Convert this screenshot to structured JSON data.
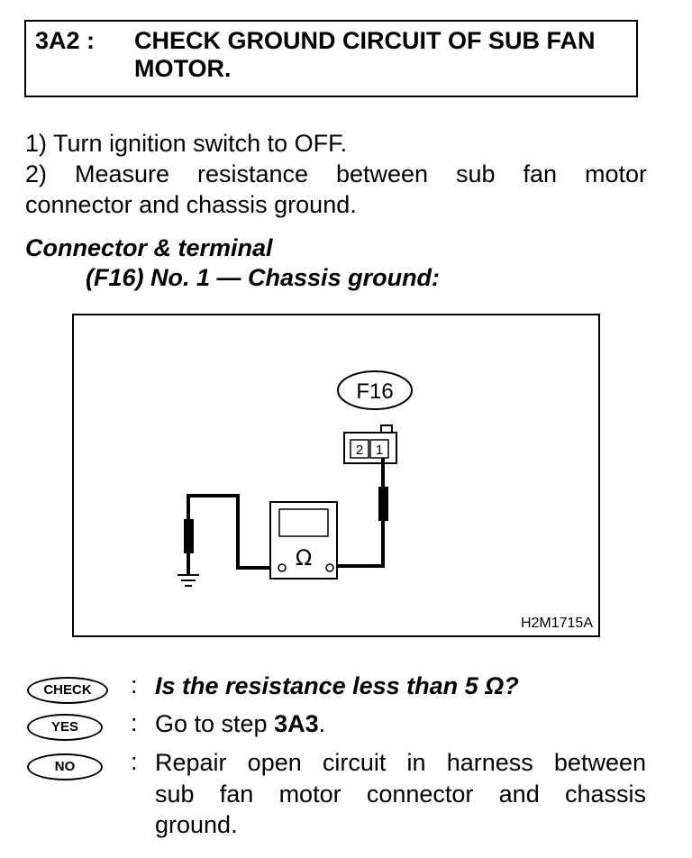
{
  "step": {
    "number": "3A2 :",
    "title": "CHECK GROUND CIRCUIT OF SUB FAN MOTOR."
  },
  "instructions": {
    "i1": "1)  Turn ignition switch to OFF.",
    "i2a": "2) Measure resistance between sub fan motor",
    "i2b": "connector and chassis ground."
  },
  "connector": {
    "heading": "Connector & terminal",
    "detail": "(F16) No. 1 — Chassis ground:"
  },
  "figure": {
    "connector_label": "F16",
    "terminal_2": "2",
    "terminal_1": "1",
    "meter_symbol": "Ω",
    "figure_id": "H2M1715A"
  },
  "decision": {
    "check_badge": "CHECK",
    "yes_badge": "YES",
    "no_badge": "NO",
    "colon": ":",
    "check_text": "Is the resistance less than 5 Ω?",
    "yes_prefix": "Go to step ",
    "yes_step": "3A3",
    "yes_suffix": ".",
    "no_line1": "Repair open circuit in harness between",
    "no_line2": "sub fan motor connector and chassis",
    "no_line3": "ground."
  }
}
